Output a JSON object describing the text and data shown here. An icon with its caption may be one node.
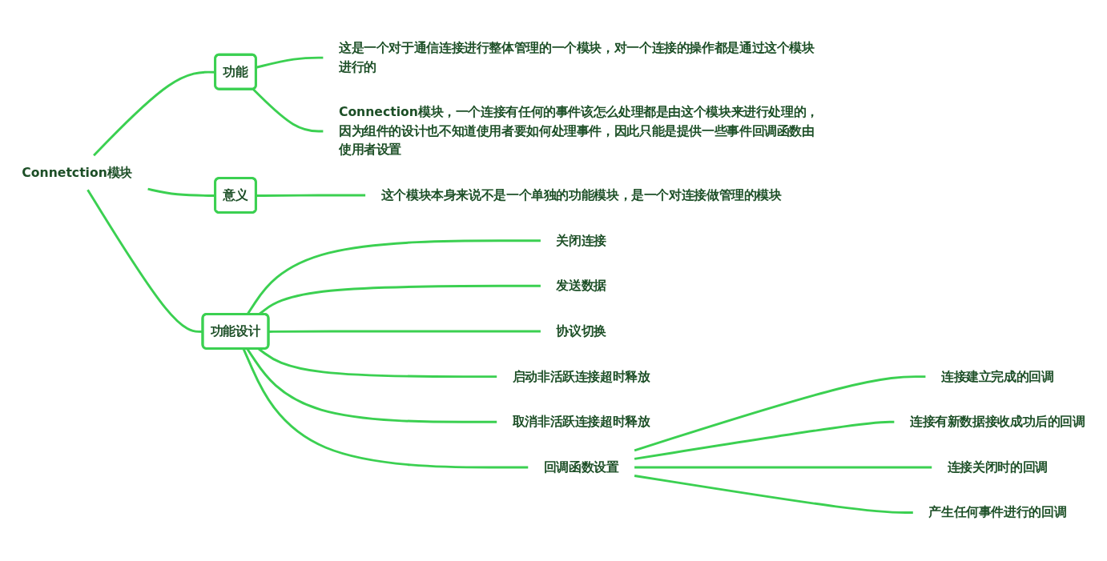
{
  "diagram": {
    "nodes": [
      {
        "text": [
          "Connetction模块"
        ]
      },
      {
        "text": [
          "功能"
        ]
      },
      {
        "text": [
          "这是一个对于通信连接进行整体管理的一个模块，对一个连接的操作都是通过这个模块进行的"
        ]
      },
      {
        "text": [
          "Connection模块，一个连接有任何的事件该怎么处理都是由这个模块来进行处理的，因为组件的设计也不知道使用者要如何处理事件，因此只能是提供一些事件回调函数由使用者设置"
        ]
      },
      {
        "text": [
          "意义"
        ]
      },
      {
        "text": [
          "这个模块本身来说不是一个单独的功能模块，是一个对连接做管理的模块"
        ]
      },
      {
        "text": [
          "功能设计"
        ]
      },
      {
        "text": [
          "关闭连接"
        ]
      },
      {
        "text": [
          "发送数据"
        ]
      },
      {
        "text": [
          "协议切换"
        ]
      },
      {
        "text": [
          "启动非活跃连接超时释放"
        ]
      },
      {
        "text": [
          "取消非活跃连接超时释放"
        ]
      },
      {
        "text": [
          "回调函数设置"
        ]
      },
      {
        "text": [
          "连接建立完成的回调"
        ]
      },
      {
        "text": [
          "连接有新数据接收成功后的回调"
        ]
      },
      {
        "text": [
          "连接关闭时的回调"
        ]
      },
      {
        "text": [
          "产生任何事件进行的回调"
        ]
      }
    ],
    "edges": [
      {
        "from": 0,
        "to": 1,
        "arrow": "none"
      },
      {
        "from": 1,
        "to": 2,
        "arrow": "none"
      },
      {
        "from": 1,
        "to": 3,
        "arrow": "none"
      },
      {
        "from": 0,
        "to": 4,
        "arrow": "none"
      },
      {
        "from": 4,
        "to": 5,
        "arrow": "none"
      },
      {
        "from": 0,
        "to": 6,
        "arrow": "none"
      },
      {
        "from": 6,
        "to": 7,
        "arrow": "none"
      },
      {
        "from": 6,
        "to": 8,
        "arrow": "none"
      },
      {
        "from": 6,
        "to": 9,
        "arrow": "none"
      },
      {
        "from": 6,
        "to": 10,
        "arrow": "none"
      },
      {
        "from": 6,
        "to": 11,
        "arrow": "none"
      },
      {
        "from": 6,
        "to": 12,
        "arrow": "none"
      },
      {
        "from": 12,
        "to": 13,
        "arrow": "none"
      },
      {
        "from": 12,
        "to": 14,
        "arrow": "none"
      },
      {
        "from": 12,
        "to": 15,
        "arrow": "none"
      },
      {
        "from": 12,
        "to": 16,
        "arrow": "none"
      }
    ]
  }
}
